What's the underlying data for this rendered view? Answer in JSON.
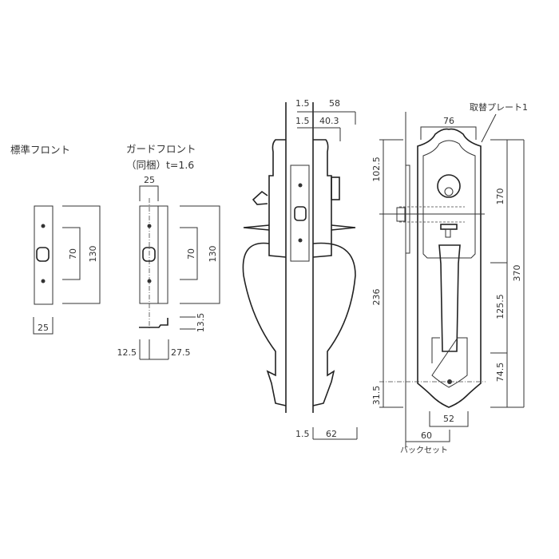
{
  "standard_front": {
    "title": "標準フロント",
    "dim_70": "70",
    "dim_130": "130",
    "dim_25": "25"
  },
  "guard_front": {
    "title": "ガードフロント",
    "subtitle": "（同梱）t=1.6",
    "dim_25": "25",
    "dim_70": "70",
    "dim_130": "130",
    "dim_13_5": "13.5",
    "dim_12_5": "12.5",
    "dim_27_5": "27.5"
  },
  "side_view": {
    "dim_1_5_a": "1.5",
    "dim_58": "58",
    "dim_1_5_b": "1.5",
    "dim_40_3": "40.3",
    "dim_1_5_c": "1.5",
    "dim_62": "62"
  },
  "front_view": {
    "plate_label": "取替プレート1",
    "dim_76": "76",
    "dim_102_5": "102.5",
    "dim_236": "236",
    "dim_31_5": "31.5",
    "dim_170": "170",
    "dim_125_5": "125.5",
    "dim_74_5": "74.5",
    "dim_370": "370",
    "dim_52": "52",
    "dim_60": "60",
    "backset_label": "バックセット"
  }
}
